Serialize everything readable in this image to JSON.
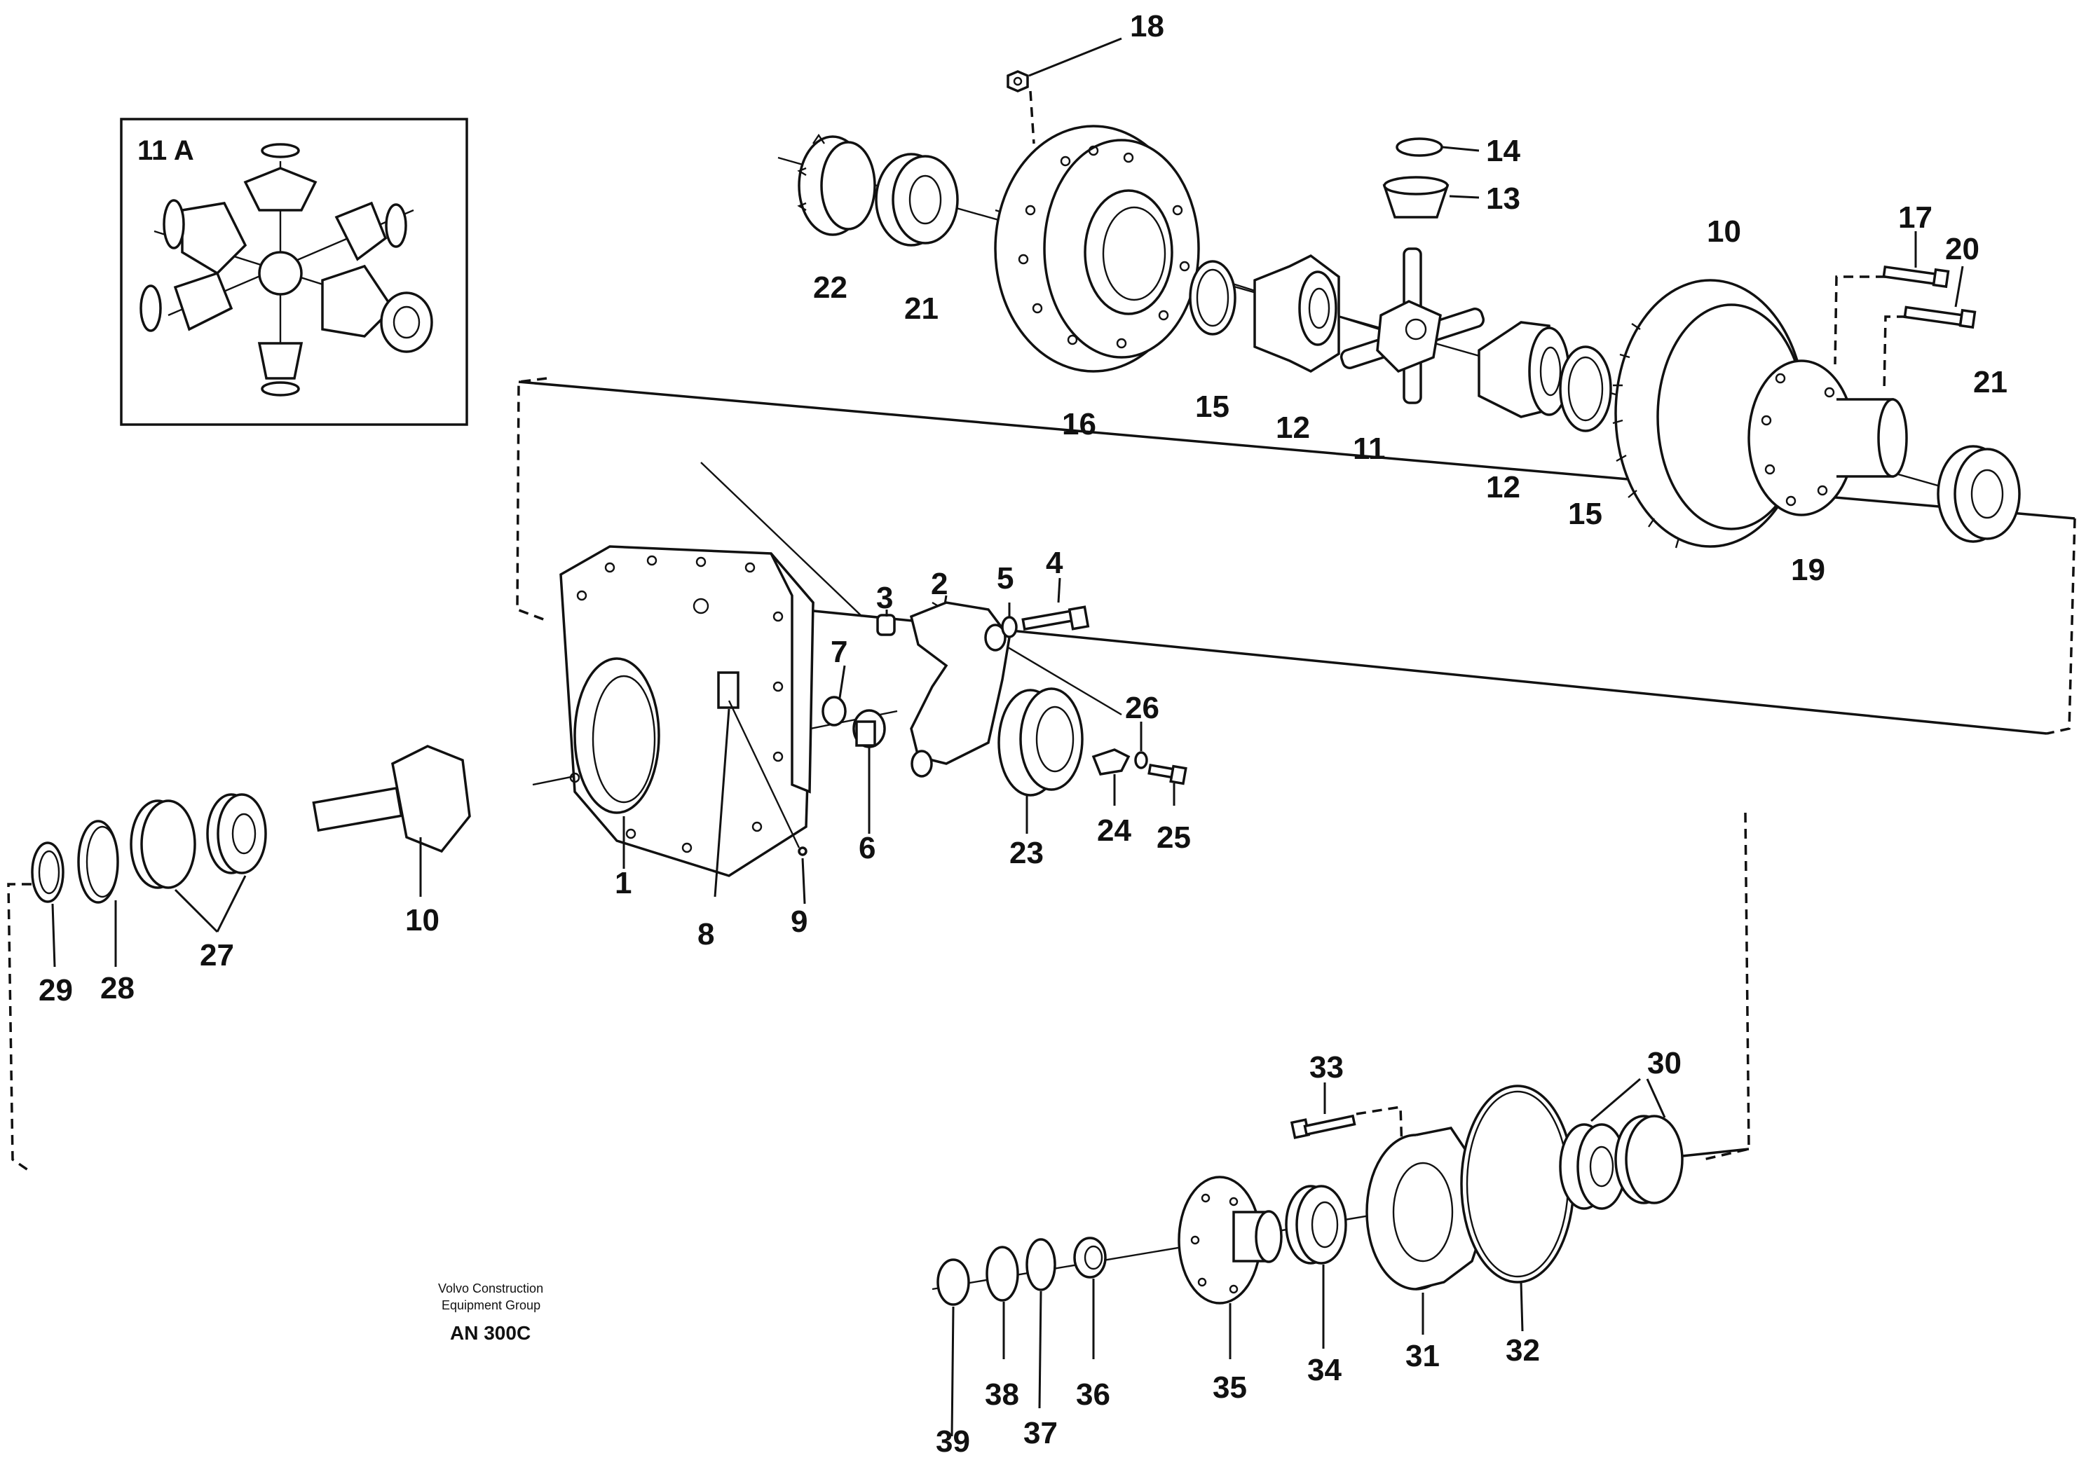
{
  "inset": {
    "label": "11 A"
  },
  "footer": {
    "company_line1": "Volvo Construction",
    "company_line2": "Equipment Group",
    "code": "AN 300C"
  },
  "callouts": {
    "p1": "1",
    "p2": "2",
    "p3": "3",
    "p4": "4",
    "p5": "5",
    "p6": "6",
    "p7": "7",
    "p8": "8",
    "p9": "9",
    "p10_top": "10",
    "p10_bottom": "10",
    "p11": "11",
    "p12_left": "12",
    "p12_right": "12",
    "p13": "13",
    "p14": "14",
    "p15_left": "15",
    "p15_right": "15",
    "p16": "16",
    "p17": "17",
    "p18": "18",
    "p19": "19",
    "p20": "20",
    "p21_left": "21",
    "p21_right": "21",
    "p22": "22",
    "p23": "23",
    "p24": "24",
    "p25": "25",
    "p26": "26",
    "p27": "27",
    "p28": "28",
    "p29": "29",
    "p30": "30",
    "p31": "31",
    "p32": "32",
    "p33": "33",
    "p34": "34",
    "p35": "35",
    "p36": "36",
    "p37": "37",
    "p38": "38",
    "p39": "39"
  }
}
